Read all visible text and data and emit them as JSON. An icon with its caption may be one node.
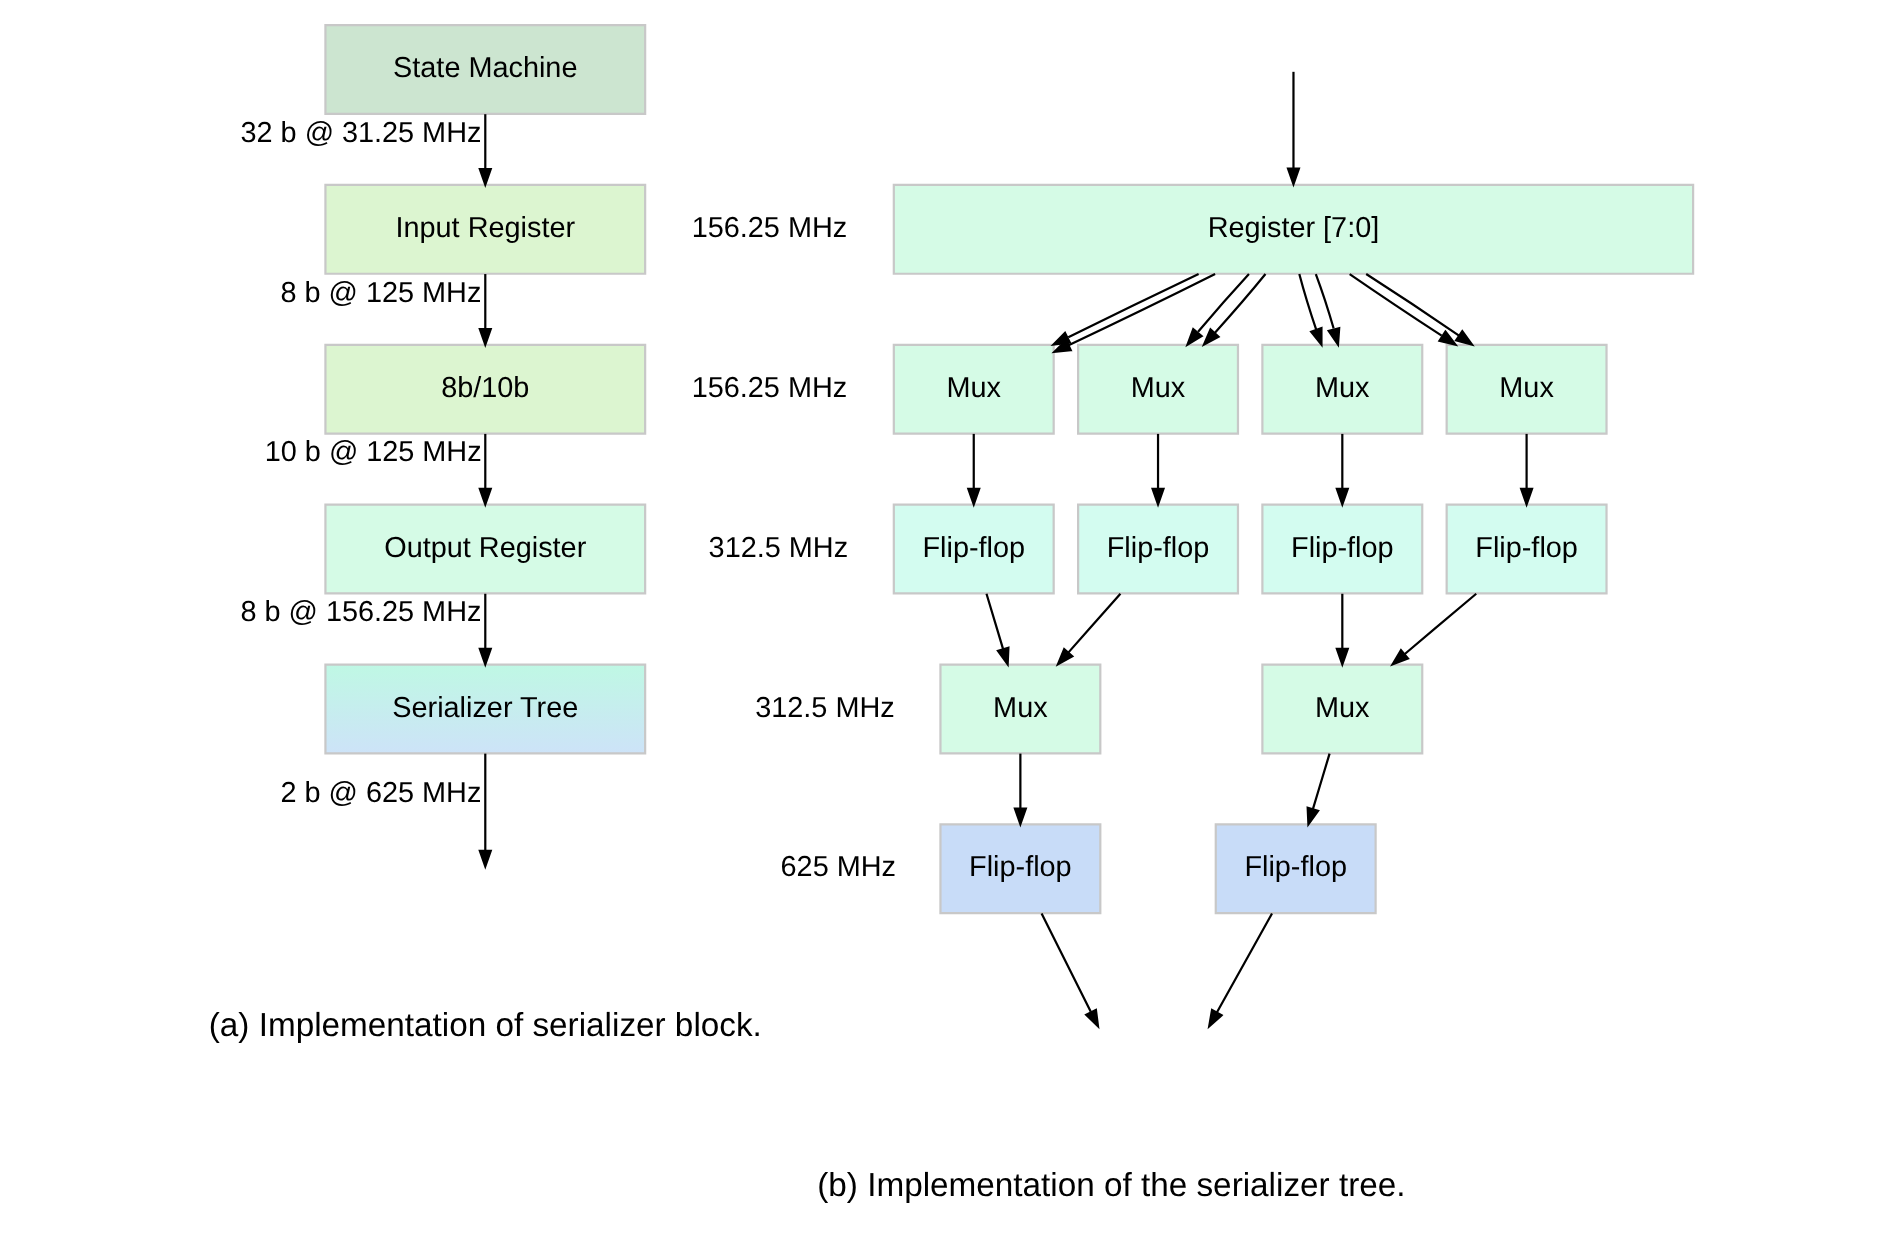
{
  "diagram": {
    "nodes": [
      {
        "text": [
          "State Machine"
        ]
      },
      {
        "text": [
          "Input Register"
        ]
      },
      {
        "text": [
          "8b/10b"
        ]
      },
      {
        "text": [
          "Output Register"
        ]
      },
      {
        "text": [
          "Serializer Tree"
        ]
      },
      {
        "text": [
          "Register [7:0]"
        ]
      },
      {
        "text": [
          "Mux"
        ]
      },
      {
        "text": [
          "Mux"
        ]
      },
      {
        "text": [
          "Mux"
        ]
      },
      {
        "text": [
          "Mux"
        ]
      },
      {
        "text": [
          "Flip-flop"
        ]
      },
      {
        "text": [
          "Flip-flop"
        ]
      },
      {
        "text": [
          "Flip-flop"
        ]
      },
      {
        "text": [
          "Flip-flop"
        ]
      },
      {
        "text": [
          "Mux"
        ]
      },
      {
        "text": [
          "Mux"
        ]
      },
      {
        "text": [
          "Flip-flop"
        ]
      },
      {
        "text": [
          "Flip-flop"
        ]
      }
    ],
    "edges": [
      {
        "from": 0,
        "to": 1,
        "arrow": "to",
        "label": "32 b @ 31.25 MHz"
      },
      {
        "from": 1,
        "to": 2,
        "arrow": "to",
        "label": "8 b @ 125 MHz"
      },
      {
        "from": 2,
        "to": 3,
        "arrow": "to",
        "label": "10 b @ 125 MHz"
      },
      {
        "from": 3,
        "to": 4,
        "arrow": "to",
        "label": "8 b @ 156.25 MHz"
      },
      {
        "from": 4,
        "to": null,
        "arrow": "to",
        "label": "2 b @ 625 MHz"
      },
      {
        "from": null,
        "to": 5,
        "arrow": "to"
      },
      {
        "from": 5,
        "to": 6,
        "arrow": "to"
      },
      {
        "from": 5,
        "to": 6,
        "arrow": "to"
      },
      {
        "from": 5,
        "to": 7,
        "arrow": "to"
      },
      {
        "from": 5,
        "to": 7,
        "arrow": "to"
      },
      {
        "from": 5,
        "to": 8,
        "arrow": "to"
      },
      {
        "from": 5,
        "to": 8,
        "arrow": "to"
      },
      {
        "from": 5,
        "to": 9,
        "arrow": "to"
      },
      {
        "from": 5,
        "to": 9,
        "arrow": "to"
      },
      {
        "from": 6,
        "to": 10,
        "arrow": "to"
      },
      {
        "from": 7,
        "to": 11,
        "arrow": "to"
      },
      {
        "from": 8,
        "to": 12,
        "arrow": "to"
      },
      {
        "from": 9,
        "to": 13,
        "arrow": "to"
      },
      {
        "from": 10,
        "to": 14,
        "arrow": "to"
      },
      {
        "from": 11,
        "to": 14,
        "arrow": "to"
      },
      {
        "from": 12,
        "to": 15,
        "arrow": "to"
      },
      {
        "from": 13,
        "to": 15,
        "arrow": "to"
      },
      {
        "from": 14,
        "to": 16,
        "arrow": "to"
      },
      {
        "from": 15,
        "to": 17,
        "arrow": "to"
      },
      {
        "from": 16,
        "to": null,
        "arrow": "to"
      },
      {
        "from": 17,
        "to": null,
        "arrow": "to"
      }
    ],
    "labels": [
      "156.25 MHz",
      "156.25 MHz",
      "312.5 MHz",
      "312.5 MHz",
      "625 MHz",
      "(a) Implementation of serializer block.",
      "(b) Implementation of the serializer tree."
    ]
  }
}
